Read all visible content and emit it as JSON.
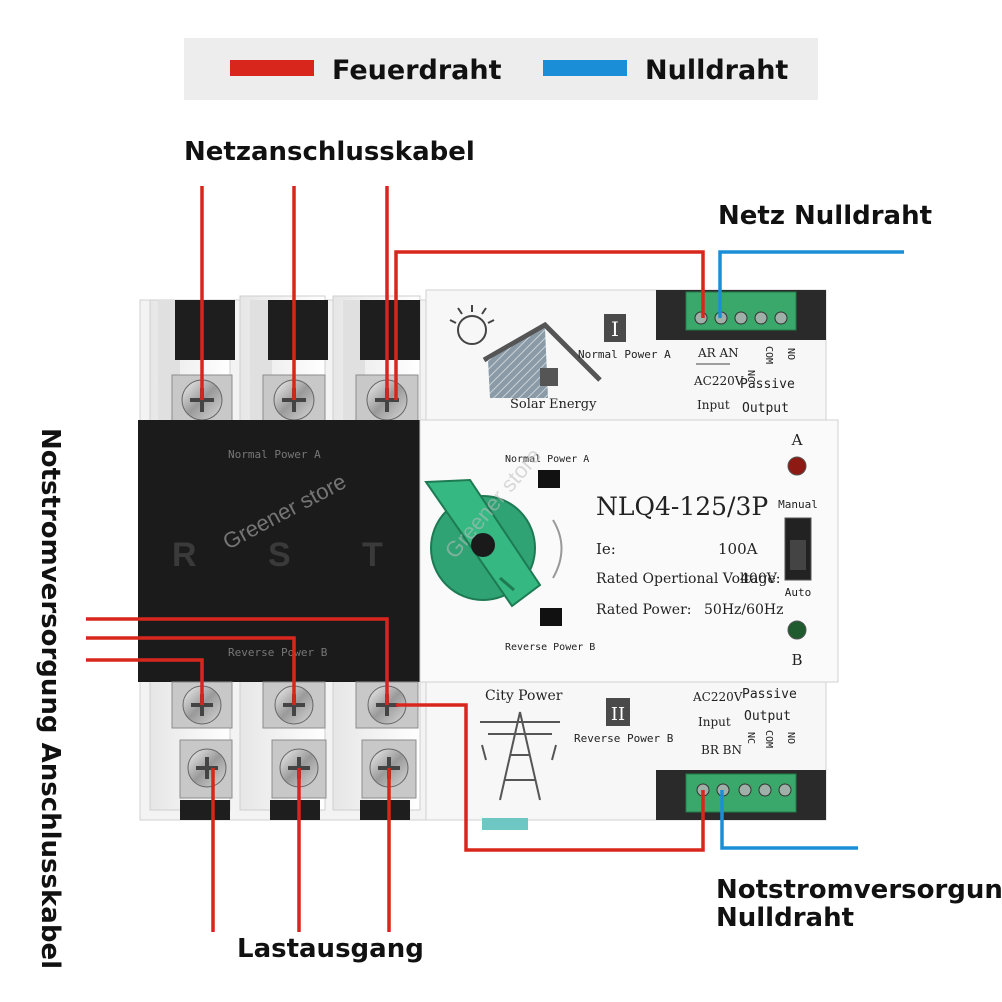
{
  "colors": {
    "live": "#d9261c",
    "neutral": "#1a8fd8",
    "legend_bg": "#ededed"
  },
  "legend": {
    "live_label": "Feuerdraht",
    "neutral_label": "Nulldraht"
  },
  "labels": {
    "mains_cable": "Netzanschlusskabel",
    "mains_neutral": "Netz Nulldraht",
    "backup_cable": "Notstromversorgung Anschlusskabel",
    "load_output": "Lastausgang",
    "backup_neutral_line1": "Notstromversorgung",
    "backup_neutral_line2": "Nulldraht"
  },
  "device": {
    "model": "NLQ4-125/3P",
    "ie_label": "Ie:",
    "ie_value": "100A",
    "voltage_label": "Rated Opertional Voltage:",
    "voltage_value": "400V",
    "power_label": "Rated Power:",
    "power_value": "50Hz/60Hz",
    "normal_power_a": "Normal Power A",
    "reverse_power_b": "Reverse Power B",
    "phase_r": "R",
    "phase_s": "S",
    "phase_t": "T",
    "indicator_a": "A",
    "indicator_b": "B",
    "mode_manual": "Manual",
    "mode_auto": "Auto",
    "upper_module": {
      "roman": "I",
      "brand": "Solar Energy",
      "name": "Normal Power A",
      "terminals": "AR AN",
      "ac": "AC220V",
      "input": "Input",
      "passive": "Passive",
      "output": "Output",
      "nc": "NC",
      "com": "COM",
      "no": "NO"
    },
    "lower_module": {
      "roman": "II",
      "brand": "City Power",
      "name": "Reverse Power B",
      "terminals": "BR BN",
      "ac": "AC220V",
      "input": "Input",
      "passive": "Passive",
      "output": "Output",
      "nc": "NC",
      "com": "COM",
      "no": "NO"
    }
  },
  "watermark": "Greener store"
}
